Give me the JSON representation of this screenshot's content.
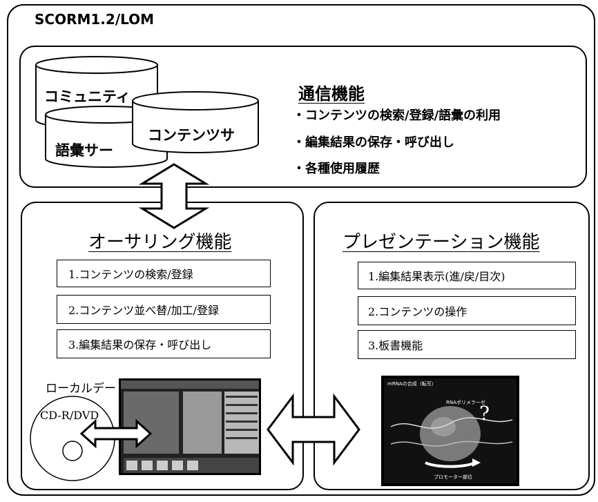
{
  "header": {
    "standard_label": "SCORM1.2/LOM"
  },
  "server_panel": {
    "db_community": "コミュニティ",
    "db_vocabulary": "語彙サー",
    "db_contents": "コンテンツサ",
    "title": "通信機能",
    "items": [
      "・コンテンツの検索/登録/語彙の利用",
      "・編集結果の保存・呼び出し",
      "・各種使用履歴"
    ]
  },
  "authoring_panel": {
    "title": "オーサリング機能",
    "items": [
      "1.コンテンツの検索/登録",
      "2.コンテンツ並べ替/加工/登録",
      "3.編集結果の保存・呼び出し"
    ],
    "local_data_label": "ローカルデー",
    "disc_label": "CD-R/DVD"
  },
  "presentation_panel": {
    "title": "プレゼンテーション機能",
    "items": [
      "1.編集結果表示(進/戻/目次)",
      "2.コンテンツの操作",
      "3.板書機能"
    ],
    "slide_title": "mRNAの合成（転写）",
    "slide_label_top": "RNAポリメラーゼ",
    "slide_label_bottom": "プロモーター部位"
  }
}
